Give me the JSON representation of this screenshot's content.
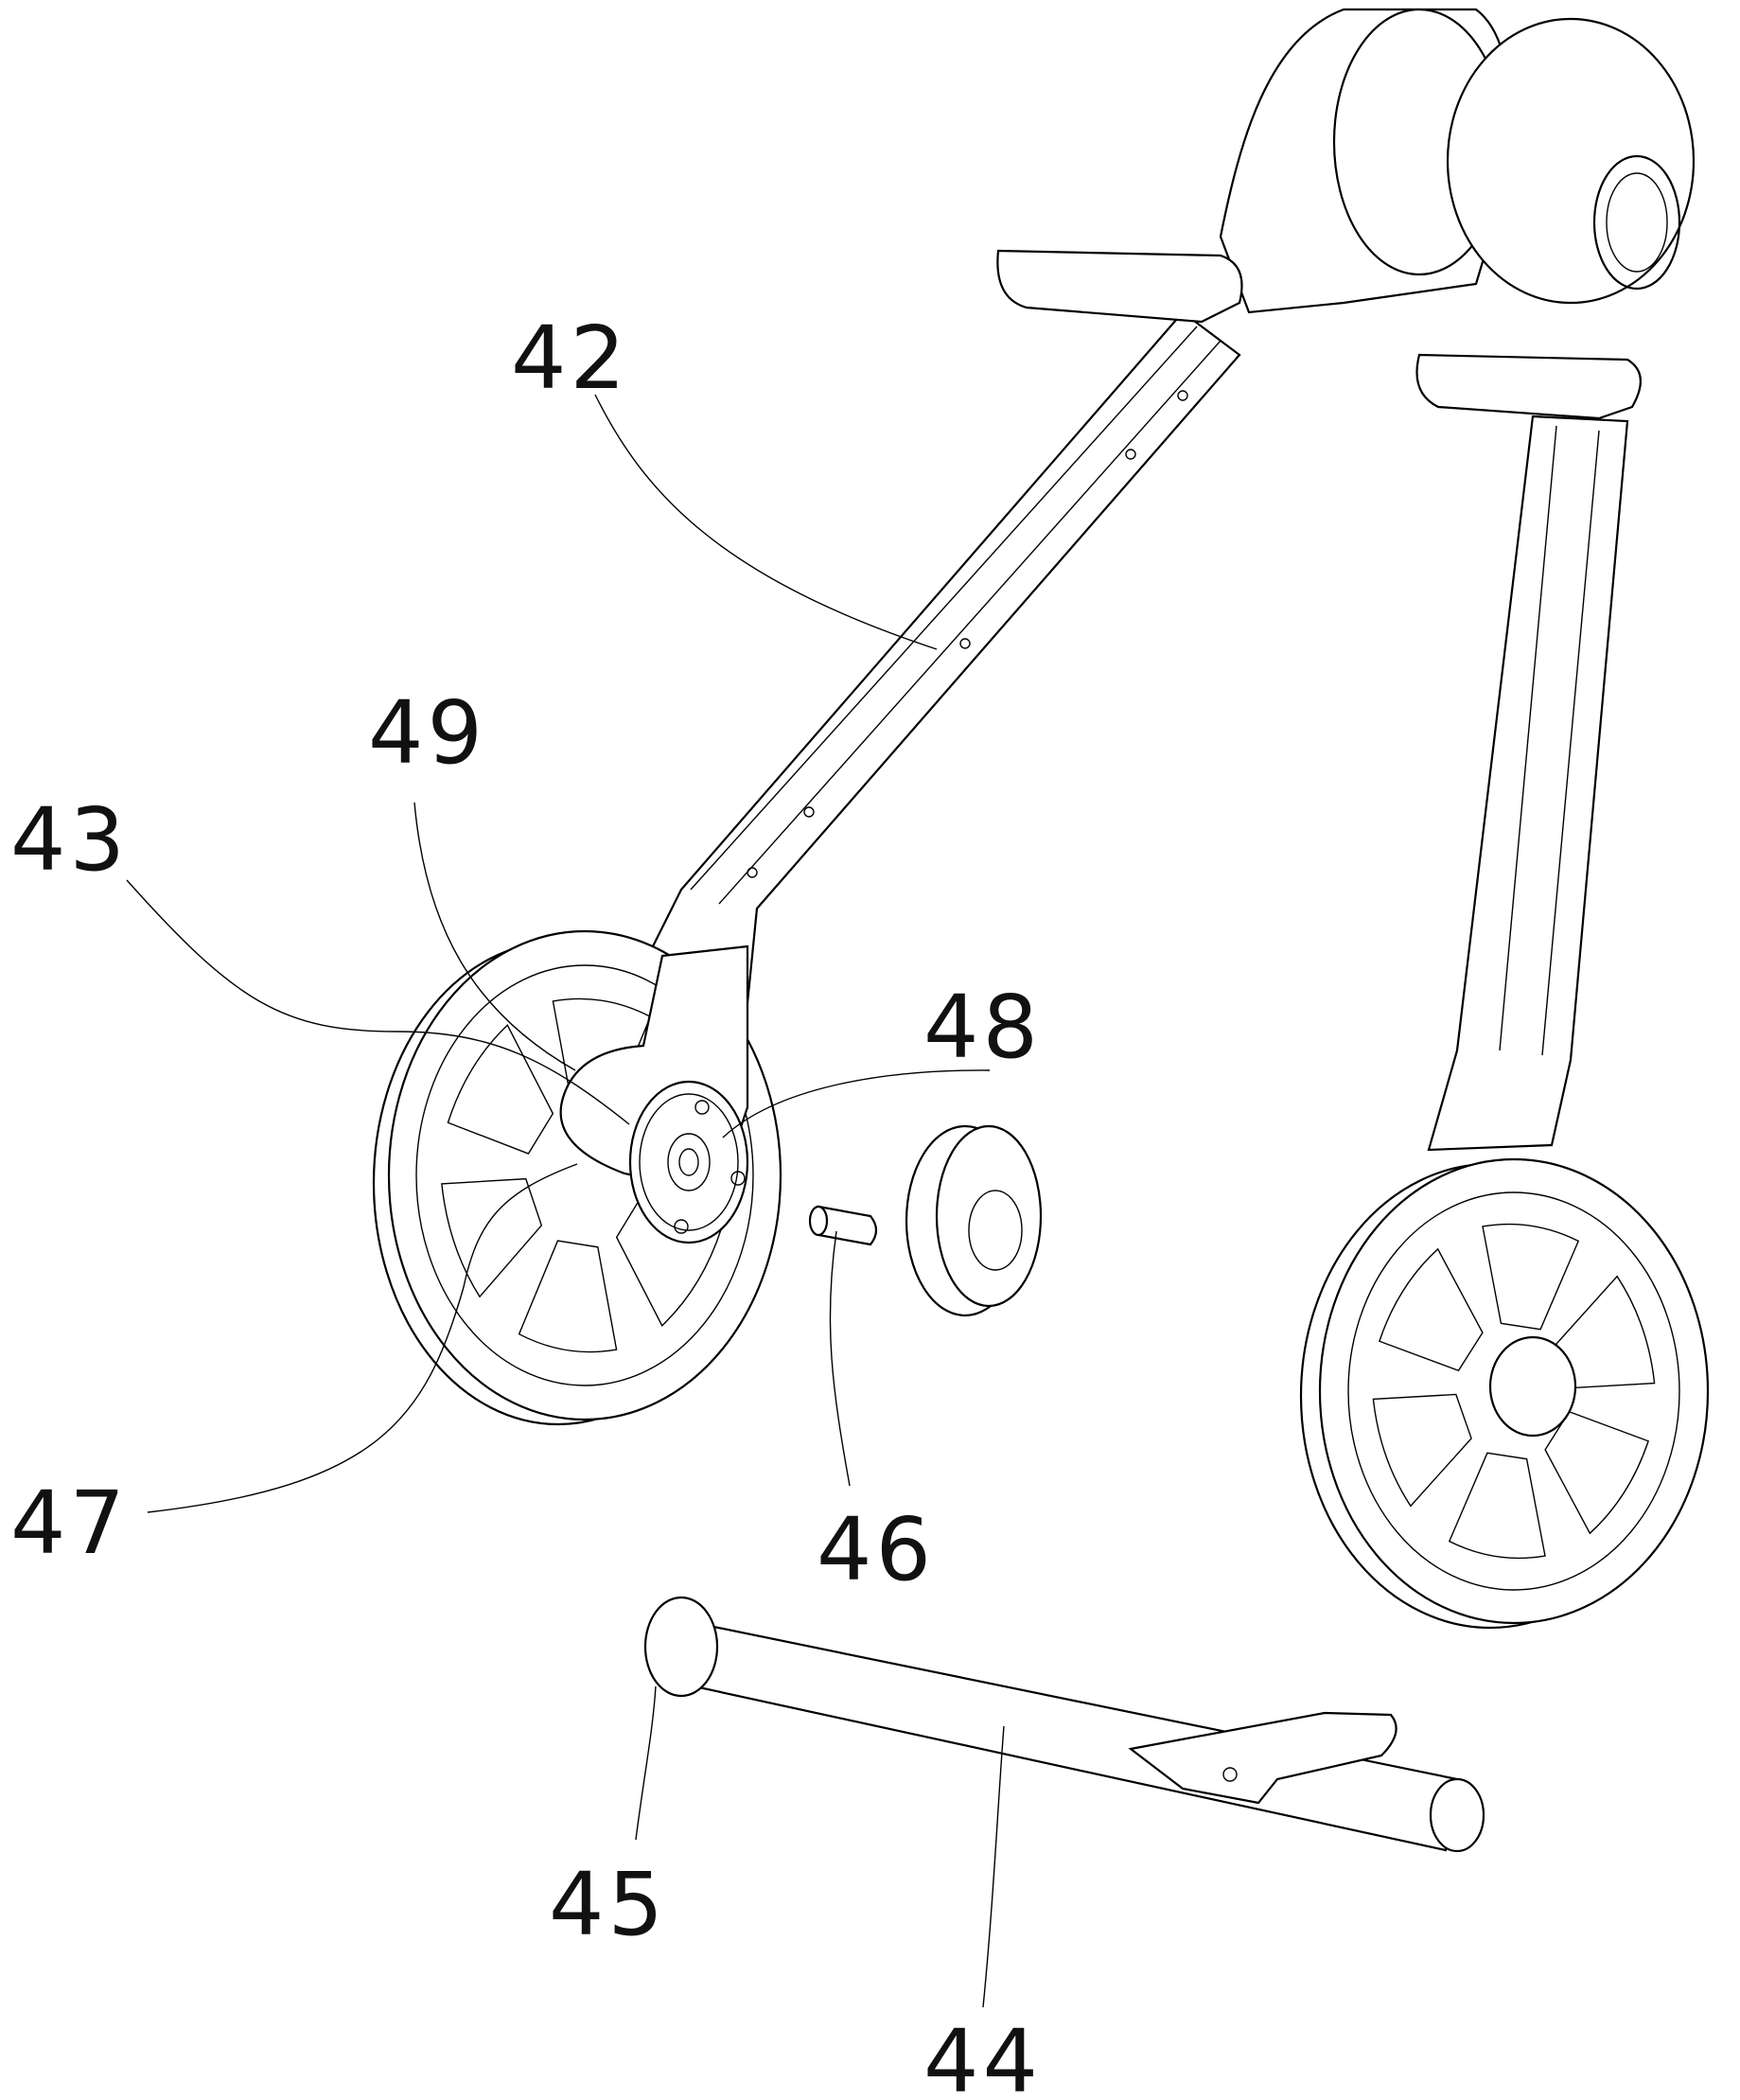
{
  "figure": {
    "labels": {
      "l42": "42",
      "l43": "43",
      "l44": "44",
      "l45": "45",
      "l46": "46",
      "l47": "47",
      "l48": "48",
      "l49": "49"
    }
  }
}
